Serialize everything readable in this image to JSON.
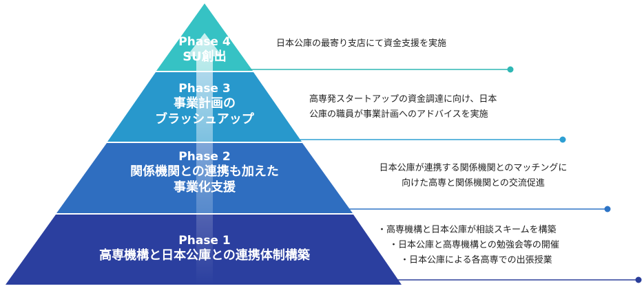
{
  "colors": {
    "phase4": "#36c2c4",
    "phase3": "#2898cc",
    "phase2": "#2f6ec0",
    "phase1": "#2b3f9f",
    "connector4": "#2fb7b4",
    "connector3": "#2d9fd3",
    "connector2": "#2d74c6",
    "connector1": "#2a3e9a"
  },
  "phases": [
    {
      "id": "phase4",
      "title": "Phase 4",
      "name_lines": [
        "SU創出"
      ],
      "description_lines": [
        "日本公庫の最寄り支店にて資金支援を実施"
      ]
    },
    {
      "id": "phase3",
      "title": "Phase 3",
      "name_lines": [
        "事業計画の",
        "ブラッシュアップ"
      ],
      "description_lines": [
        "高専発スタートアップの資金調達に向け、日本",
        "公庫の職員が事業計画へのアドバイスを実施"
      ]
    },
    {
      "id": "phase2",
      "title": "Phase 2",
      "name_lines": [
        "関係機関との連携も加えた",
        "事業化支援"
      ],
      "description_lines": [
        "日本公庫が連携する関係機関とのマッチングに",
        "向けた高専と関係機関との交流促進"
      ]
    },
    {
      "id": "phase1",
      "title": "Phase 1",
      "name_lines": [
        "高専機構と日本公庫との連携体制構築"
      ],
      "description_lines": [
        "・高専機構と日本公庫が相談スキームを構築",
        "・日本公庫と高専機構との勉強会等の開催",
        "・日本公庫による各高専での出張授業"
      ]
    }
  ]
}
